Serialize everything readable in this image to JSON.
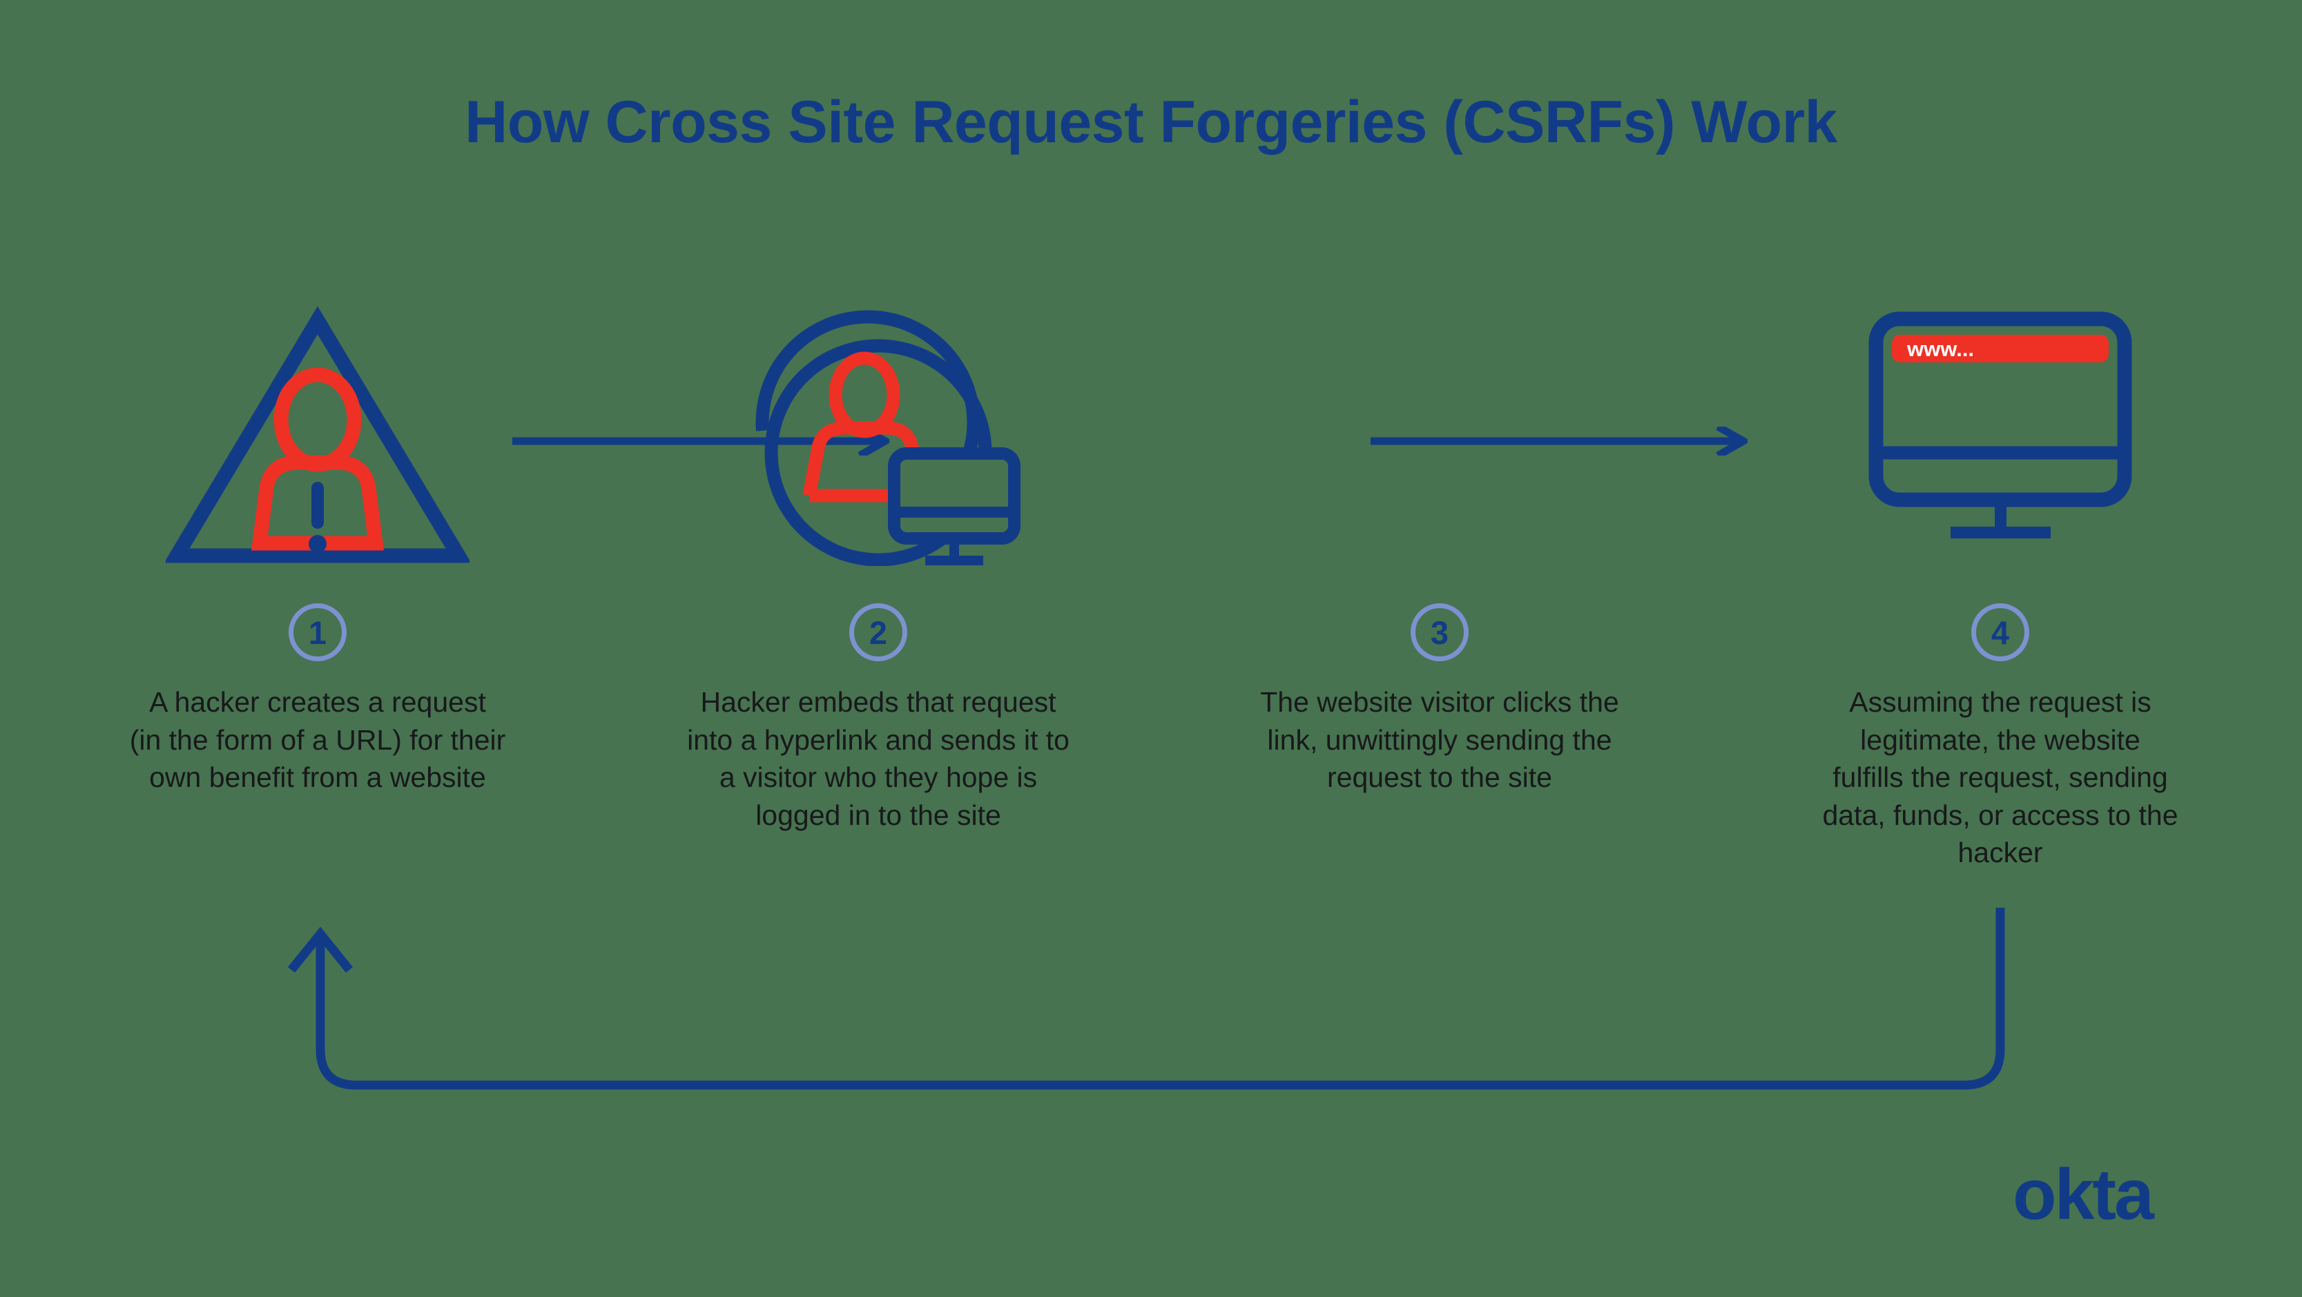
{
  "title": "How Cross Site Request Forgeries (CSRFs) Work",
  "colors": {
    "background": "#477350",
    "brand_blue": "#123B87",
    "accent_red": "#EE3124",
    "badge_ring": "#7D92D0",
    "body_text": "#18181B",
    "url_bar_text": "#FFFFFF"
  },
  "steps": [
    {
      "number": "1",
      "icon": "warning-triangle-person-icon",
      "text": "A hacker creates a request\n(in the form of a URL) for their\nown benefit from a website"
    },
    {
      "number": "2",
      "icon": "user-circle-monitor-icon",
      "text": "Hacker embeds that request\ninto a hyperlink and sends it to\na visitor who they hope is\nlogged in to the site"
    },
    {
      "number": "3",
      "icon": "user-circle-monitor-icon",
      "text": "The website visitor clicks the\nlink, unwittingly sending the\nrequest to the site"
    },
    {
      "number": "4",
      "icon": "monitor-url-bar-icon",
      "text": "Assuming the request is\nlegitimate, the website\nfulfills the request, sending\ndata, funds, or access to the\nhacker"
    }
  ],
  "icons": {
    "url_bar_label": "www...",
    "arrow_1": "right-arrow-icon",
    "arrow_2": "right-arrow-icon",
    "loop_arrow": "loop-back-arrow-icon"
  },
  "logo": {
    "name": "okta-logo",
    "text": "okta"
  }
}
